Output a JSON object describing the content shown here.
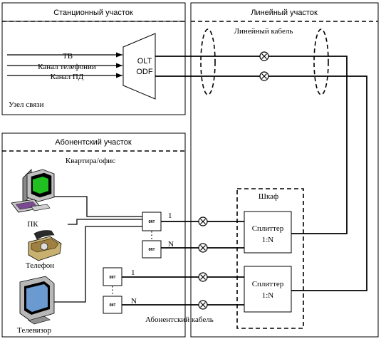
{
  "regions": {
    "station": "Станционный участок",
    "linear": "Линейный участок",
    "subscriber": "Абонентский участок"
  },
  "station": {
    "inputs": [
      "ТВ",
      "Канал телефонии",
      "Канал ПД"
    ],
    "olt": "OLT",
    "odf": "ODF",
    "node": "Узел связи"
  },
  "linear": {
    "cable": "Линейный кабель",
    "cabinet": "Шкаф",
    "splitters": [
      {
        "line1": "Сплиттер",
        "line2": "1:N"
      },
      {
        "line1": "Сплиттер",
        "line2": "1:N"
      }
    ]
  },
  "subscriber": {
    "apartment": "Квартира/офис",
    "devices": {
      "pc": "ПК",
      "phone": "Телефон",
      "tv": "Телевизор"
    },
    "onu_label": "ONT",
    "ports": [
      "1",
      "N",
      "1",
      "N"
    ],
    "cable": "Абонентский кабель"
  }
}
